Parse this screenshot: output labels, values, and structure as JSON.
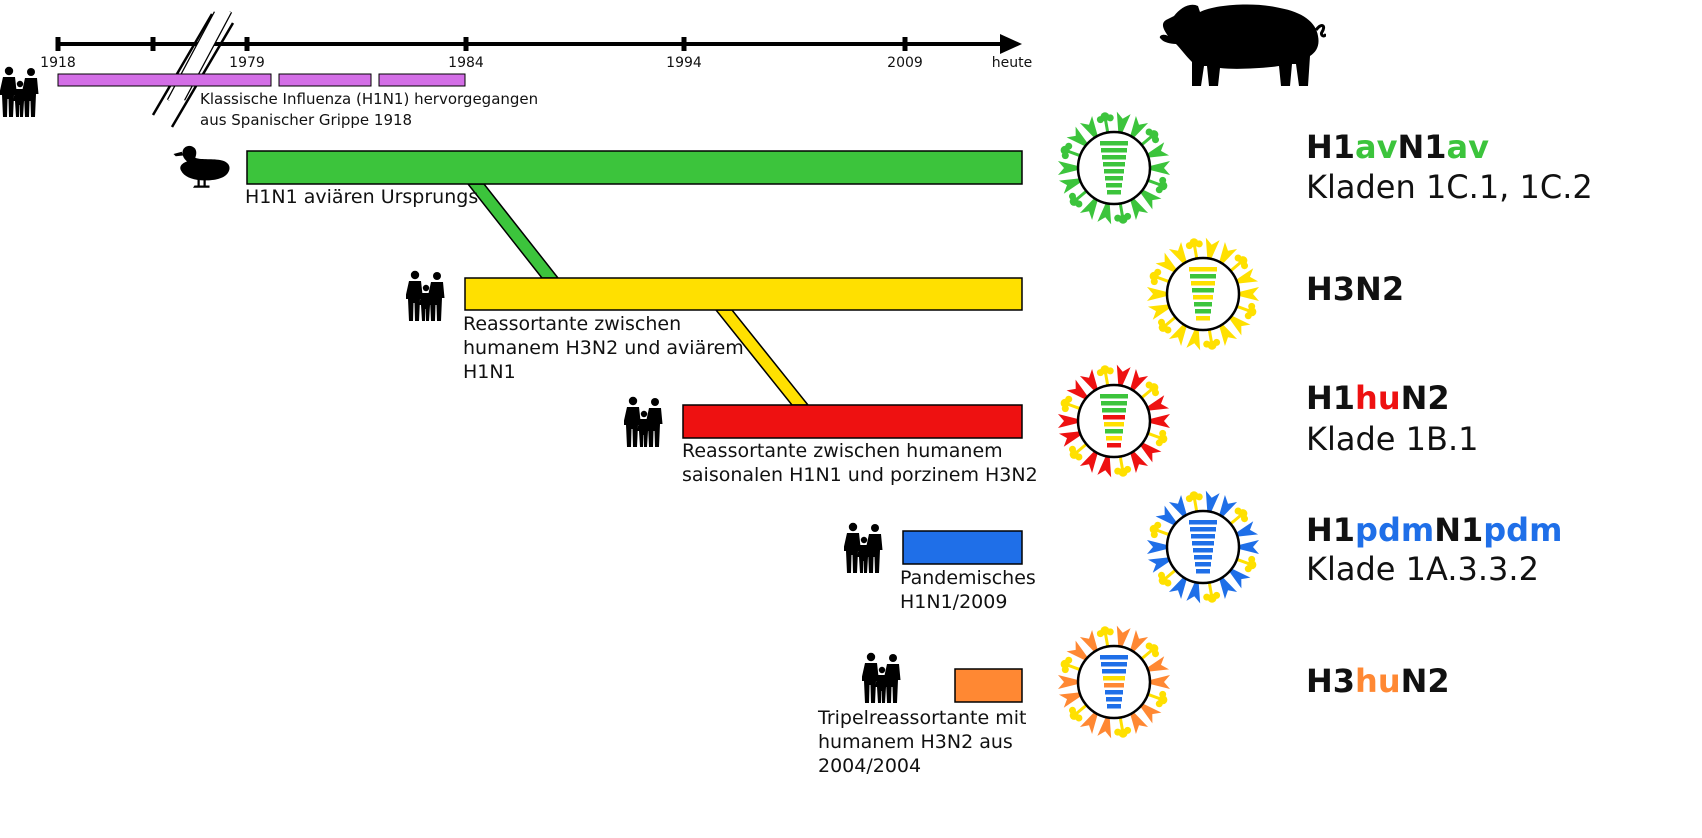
{
  "timeline": {
    "years": [
      "1918",
      "1979",
      "1984",
      "1994",
      "2009",
      "heute"
    ]
  },
  "classic": {
    "text": [
      "Klassische Influenza (H1N1) hervorgegangen",
      "aus Spanischer Grippe 1918"
    ]
  },
  "colors": {
    "classic": "#d36ee6",
    "green": "#3cc43c",
    "yellow": "#ffe000",
    "red": "#ee1111",
    "blue": "#1f6fe8",
    "orange": "#ff8833"
  },
  "lineages": [
    {
      "name": "h1avn1av",
      "color": "green",
      "desc": [
        "H1N1 aviären Ursprungs"
      ],
      "label": [
        [
          "H1",
          "avN1",
          "av"
        ]
      ],
      "label_parts": [
        {
          "t": "H1",
          "c": "black"
        },
        {
          "t": "av",
          "c": "green"
        },
        {
          "t": "N1",
          "c": "black"
        },
        {
          "t": "av",
          "c": "green"
        }
      ],
      "sublabel": "Kladen 1C.1, 1C.2",
      "host": "duck-icon",
      "virus_stripes": [
        "green",
        "green",
        "green",
        "green",
        "green",
        "green",
        "green",
        "green"
      ]
    },
    {
      "name": "h3n2",
      "color": "yellow",
      "desc": [
        "Reassortante zwischen",
        "humanem H3N2 und aviärem",
        "H1N1"
      ],
      "label_parts": [
        {
          "t": "H3N2",
          "c": "black"
        }
      ],
      "sublabel": "",
      "host": "people-icon",
      "virus_stripes": [
        "yellow",
        "green",
        "yellow",
        "green",
        "yellow",
        "green",
        "green",
        "yellow"
      ]
    },
    {
      "name": "h1hun2",
      "color": "red",
      "desc": [
        "Reassortante zwischen humanem",
        "saisonalen H1N1 und porzinem H3N2"
      ],
      "label_parts": [
        {
          "t": "H1",
          "c": "black"
        },
        {
          "t": "hu",
          "c": "red"
        },
        {
          "t": "N2",
          "c": "black"
        }
      ],
      "sublabel": "Klade 1B.1",
      "host": "people-icon",
      "virus_stripes": [
        "green",
        "green",
        "green",
        "red",
        "yellow",
        "green",
        "yellow",
        "red"
      ]
    },
    {
      "name": "h1pdmn1pdm",
      "color": "blue",
      "desc": [
        "Pandemisches",
        "H1N1/2009"
      ],
      "label_parts": [
        {
          "t": "H1",
          "c": "black"
        },
        {
          "t": "pdm",
          "c": "blue"
        },
        {
          "t": "N1",
          "c": "black"
        },
        {
          "t": "pdm",
          "c": "blue"
        }
      ],
      "sublabel": "Klade 1A.3.3.2",
      "host": "people-icon",
      "virus_stripes": [
        "blue",
        "blue",
        "blue",
        "blue",
        "blue",
        "blue",
        "blue",
        "blue"
      ]
    },
    {
      "name": "h3hun2",
      "color": "orange",
      "desc": [
        "Tripelreassortante mit",
        "humanem H3N2 aus",
        "2004/2004"
      ],
      "label_parts": [
        {
          "t": "H3",
          "c": "black"
        },
        {
          "t": "hu",
          "c": "orange"
        },
        {
          "t": "N2",
          "c": "black"
        }
      ],
      "sublabel": "",
      "host": "people-icon",
      "virus_stripes": [
        "blue",
        "blue",
        "blue",
        "yellow",
        "orange",
        "blue",
        "blue",
        "blue"
      ]
    }
  ],
  "icons": {
    "pig": "pig-icon",
    "duck": "duck-icon",
    "people": "people-icon",
    "virus": "virus-icon"
  }
}
